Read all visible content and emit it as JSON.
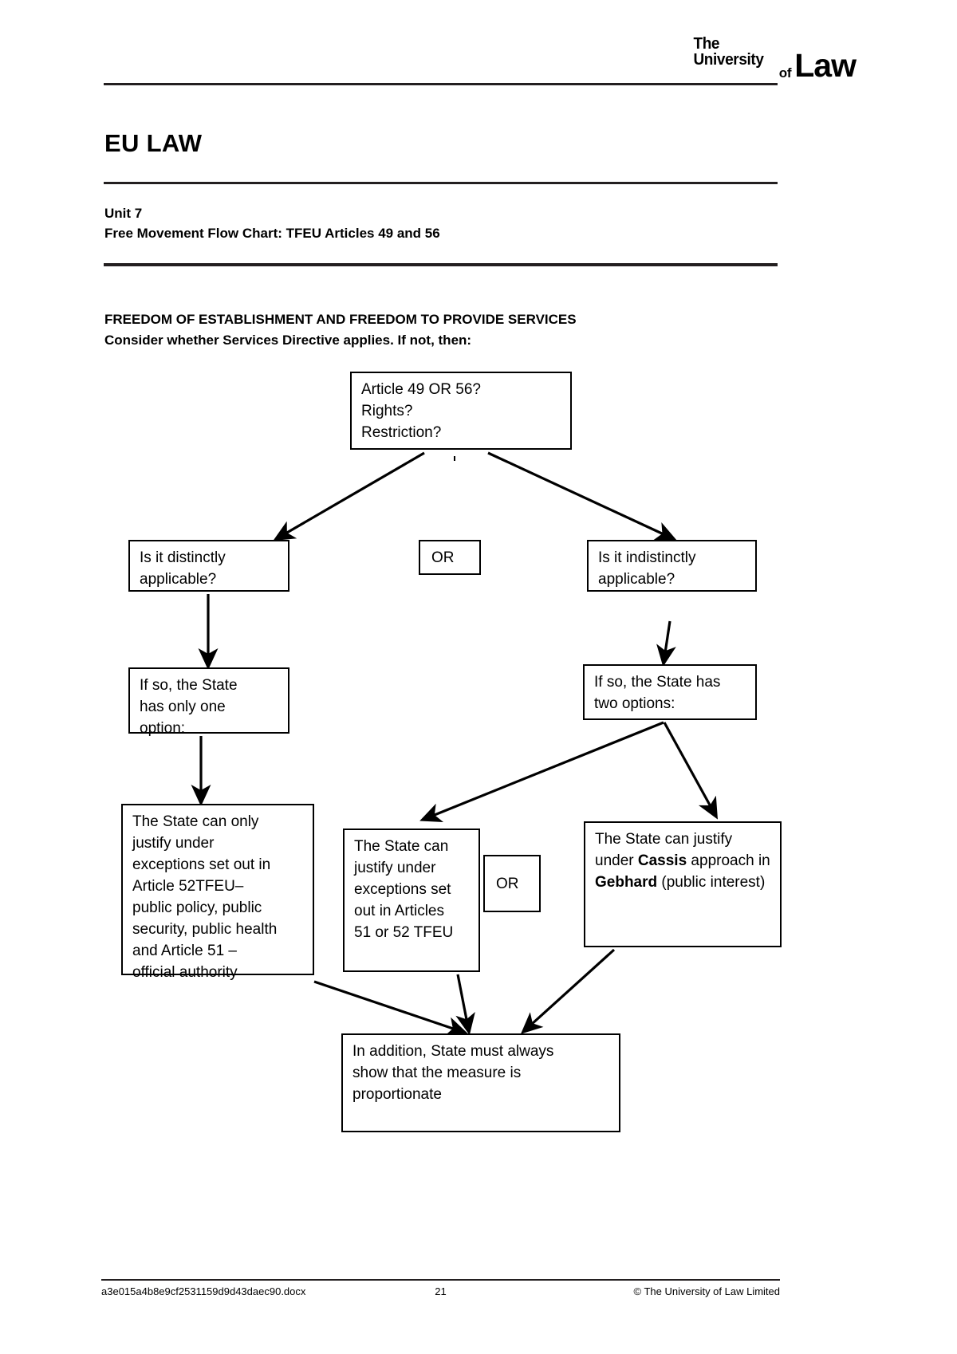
{
  "header": {
    "logo": {
      "line1": "The University",
      "line2": "of",
      "line3": "Law"
    }
  },
  "document": {
    "title": "EU LAW",
    "unit": "Unit 7",
    "subject": "Free Movement Flow Chart: TFEU Articles 49 and 56",
    "intro_line1": "FREEDOM OF ESTABLISHMENT AND FREEDOM TO PROVIDE SERVICES",
    "intro_line2": "Consider whether Services Directive applies. If not, then:"
  },
  "chart_data": {
    "type": "diagram",
    "title": "Free Movement Flow Chart: TFEU Articles 49 and 56",
    "nodes": [
      {
        "id": "start",
        "text": "Article 49 OR 56?\nRights?\nRestriction?"
      },
      {
        "id": "distinct",
        "text": "Is it distinctly\napplicable?"
      },
      {
        "id": "or1",
        "text": "OR"
      },
      {
        "id": "indistinct",
        "text": "Is it indistinctly\napplicable?"
      },
      {
        "id": "state1",
        "text": "If so, the State\nhas only one\noption:"
      },
      {
        "id": "state2",
        "text": "If so, the State has\ntwo options:"
      },
      {
        "id": "leftbig",
        "text": "The State can only justify under exceptions set out in Article 52TFEU– public policy, public security, public health and Article 51 – official authority"
      },
      {
        "id": "mid",
        "text": "The State can justify under exceptions set out in Articles 51 or 52 TFEU"
      },
      {
        "id": "or2",
        "text": "OR"
      },
      {
        "id": "right",
        "text": "The State can justify under Cassis approach in Gebhard (public interest)"
      },
      {
        "id": "bottom",
        "text": "In addition, State must always show that the measure is proportionate"
      }
    ],
    "edges": [
      {
        "from": "start",
        "to": "distinct"
      },
      {
        "from": "start",
        "to": "indistinct"
      },
      {
        "from": "distinct",
        "to": "state1"
      },
      {
        "from": "indistinct",
        "to": "state2"
      },
      {
        "from": "state1",
        "to": "leftbig"
      },
      {
        "from": "state2",
        "to": "mid"
      },
      {
        "from": "state2",
        "to": "right"
      },
      {
        "from": "leftbig",
        "to": "bottom"
      },
      {
        "from": "mid",
        "to": "bottom"
      },
      {
        "from": "right",
        "to": "bottom"
      }
    ]
  },
  "boxes": {
    "start_l1": "Article 49 OR 56?",
    "start_l2": "Rights?",
    "start_l3": "Restriction?",
    "distinct_l1": "Is it distinctly",
    "distinct_l2": "applicable?",
    "or1": "OR",
    "indistinct_l1": "Is it indistinctly",
    "indistinct_l2": "applicable?",
    "state1_l1": "If so, the State",
    "state1_l2": "has only one",
    "state1_l3": "option:",
    "state2_l1": "If so, the State has",
    "state2_l2": "two options:",
    "leftbig_l1": "The State can only",
    "leftbig_l2": "justify under",
    "leftbig_l3": "exceptions set out in",
    "leftbig_l4": "Article 52TFEU–",
    "leftbig_l5": "public policy, public",
    "leftbig_l6": "security, public health",
    "leftbig_l7": "and Article 51 –",
    "leftbig_l8": "official authority",
    "mid_l1": "The State can",
    "mid_l2": "justify under",
    "mid_l3": "exceptions set",
    "mid_l4": "out in Articles",
    "mid_l5": "51 or 52 TFEU",
    "or2": "OR",
    "right_p1": "The State can justify under ",
    "right_bold1": "Cassis",
    "right_p2": " approach in ",
    "right_bold2": "Gebhard",
    "right_p3": " (public interest)",
    "bottom_l1": "In addition, State must always",
    "bottom_l2": "show that the measure is",
    "bottom_l3": "proportionate"
  },
  "footer": {
    "filename": "a3e015a4b8e9cf2531159d9d43daec90.docx",
    "page_number": "21",
    "copyright": "© The University of Law Limited"
  },
  "colors": {
    "text": "#000000",
    "rule": "#231f20",
    "page_background": "#ffffff"
  }
}
